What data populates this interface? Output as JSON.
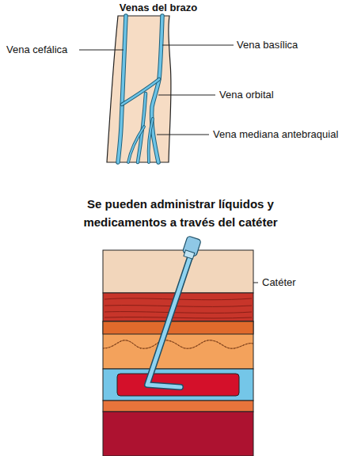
{
  "diagram": {
    "title": "Venas del brazo",
    "labels": [
      "Vena cefálica",
      "Vena basílica",
      "Vena orbital",
      "Vena mediana antebraquial",
      "Se pueden administrar líquidos y medicamentos a través del catéter",
      "Catéter"
    ]
  }
}
